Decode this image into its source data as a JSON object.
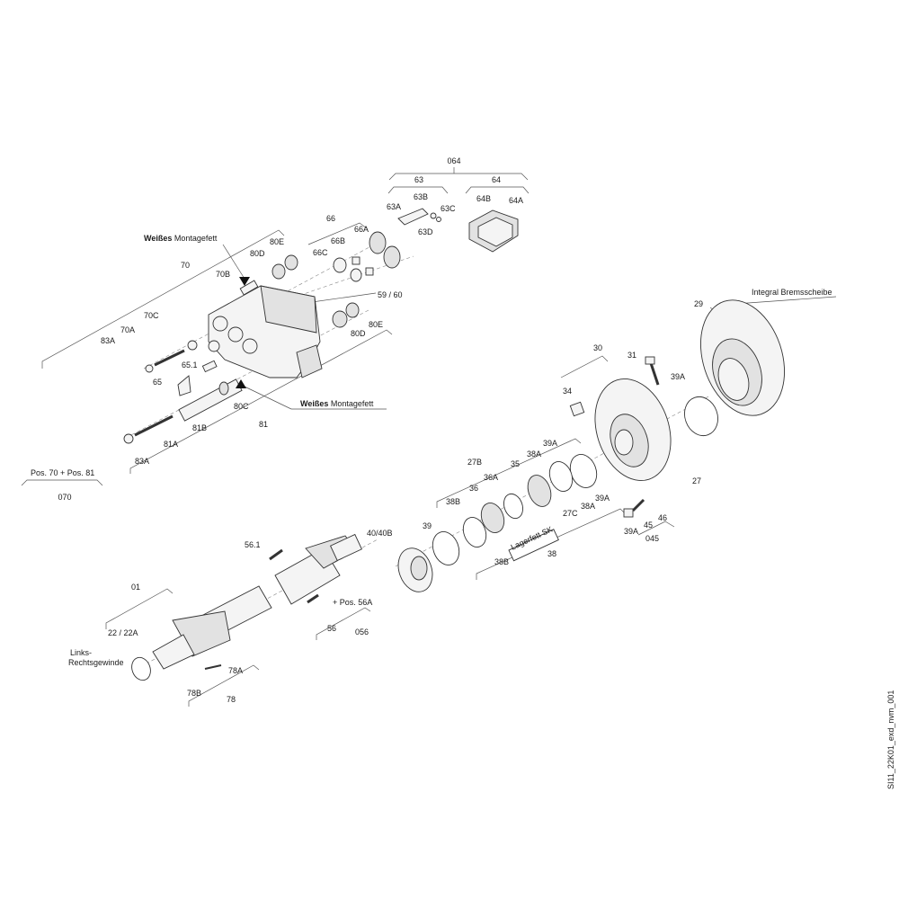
{
  "labels": {
    "l064": "064",
    "l63": "63",
    "l64": "64",
    "l63A": "63A",
    "l63B": "63B",
    "l63C": "63C",
    "l63D": "63D",
    "l64A": "64A",
    "l64B": "64B",
    "l66": "66",
    "l66A": "66A",
    "l66B": "66B",
    "l66C": "66C",
    "l80E_top": "80E",
    "l80D_top": "80D",
    "l70B": "70B",
    "l70": "70",
    "l5960": "59 / 60",
    "l80E_bot": "80E",
    "l80D_bot": "80D",
    "l70C": "70C",
    "l70A": "70A",
    "l83A_top": "83A",
    "l651": "65.1",
    "l65": "65",
    "l80C": "80C",
    "l81B": "81B",
    "l81A": "81A",
    "l81": "81",
    "l83A_bot": "83A",
    "l_pos70": "Pos. 70 + Pos. 81",
    "l070": "070",
    "l29": "29",
    "l30": "30",
    "l31": "31",
    "l34": "34",
    "l39A_top": "39A",
    "l27": "27",
    "l27B": "27B",
    "l36A": "36A",
    "l35": "35",
    "l38A_top": "38A",
    "l39A_mid": "39A",
    "l38B_top": "38B",
    "l36": "36",
    "l38A_bot": "38A",
    "l27C": "27C",
    "l39A_r": "39A",
    "l46": "46",
    "l45": "45",
    "l39A_b": "39A",
    "l045": "045",
    "l39": "39",
    "l4040B": "40/40B",
    "l38B_bot": "38B",
    "l38": "38",
    "l561": "56.1",
    "l01": "01",
    "l56": "56",
    "l056": "056",
    "l_pos56A": "+ Pos. 56A",
    "l2222A": "22 / 22A",
    "l_links1": "Links-",
    "l_links2": "Rechtsgewinde",
    "l78A": "78A",
    "l78B": "78B",
    "l78": "78"
  },
  "notes": {
    "weisses1_bold": "Weißes",
    "weisses1_rest": " Montagefett",
    "weisses2_bold": "Weißes",
    "weisses2_rest": " Montagefett",
    "integral": "Integral Bremsscheibe",
    "lagerfett": "Lagerfett SK"
  },
  "drawing_id": "SI11_22K01_exd_nvm_001"
}
